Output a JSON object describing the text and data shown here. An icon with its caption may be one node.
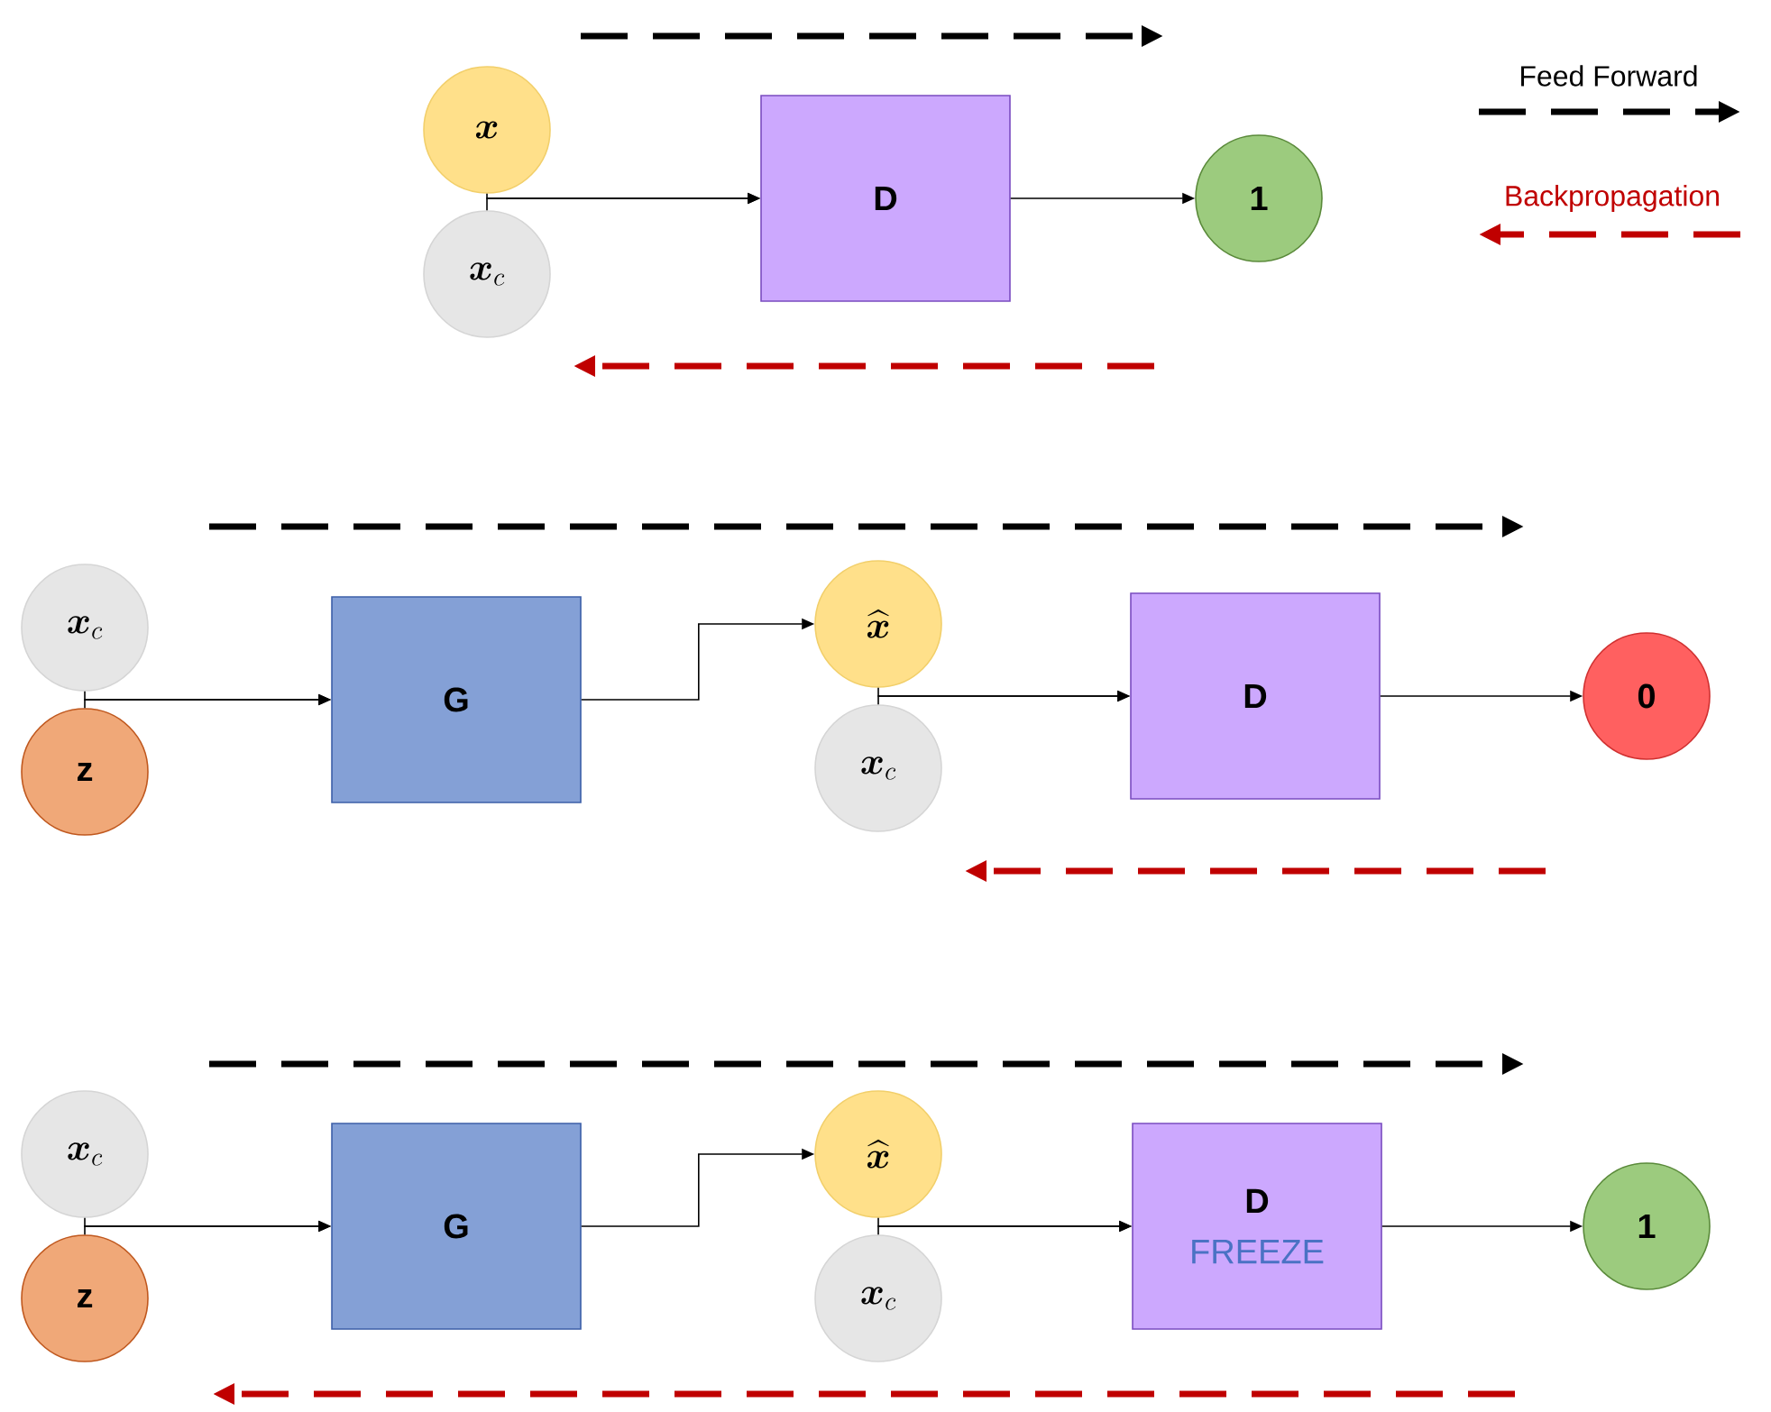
{
  "diagram": {
    "nodes": [
      {
        "text": [
          "\\boldsymbol{x}"
        ]
      },
      {
        "text": [
          "\\boldsymbol{x}_{c}"
        ]
      },
      {
        "text": [
          "D"
        ]
      },
      {
        "text": [
          "1"
        ]
      },
      {
        "text": [
          "\\boldsymbol{x}_{c}"
        ]
      },
      {
        "text": [
          "z"
        ]
      },
      {
        "text": [
          "G"
        ]
      },
      {
        "text": [
          "\\widehat{\\boldsymbol{x}}"
        ]
      },
      {
        "text": [
          "\\boldsymbol{x}_{c}"
        ]
      },
      {
        "text": [
          "D"
        ]
      },
      {
        "text": [
          "0"
        ]
      },
      {
        "text": [
          "\\boldsymbol{x}_{c}"
        ]
      },
      {
        "text": [
          "z"
        ]
      },
      {
        "text": [
          "G"
        ]
      },
      {
        "text": [
          "\\widehat{\\boldsymbol{x}}"
        ]
      },
      {
        "text": [
          "\\boldsymbol{x}_{c}"
        ]
      },
      {
        "text": [
          "D",
          "FREEZE"
        ]
      },
      {
        "text": [
          "1"
        ]
      }
    ],
    "edges": [
      {
        "from": 0,
        "to": 2,
        "arrow": "to"
      },
      {
        "from": 1,
        "to": 2,
        "arrow": "to"
      },
      {
        "from": 2,
        "to": 3,
        "arrow": "to"
      },
      {
        "from": 4,
        "to": 6,
        "arrow": "to"
      },
      {
        "from": 5,
        "to": 6,
        "arrow": "to"
      },
      {
        "from": 6,
        "to": 7,
        "arrow": "to"
      },
      {
        "from": 7,
        "to": 9,
        "arrow": "to"
      },
      {
        "from": 8,
        "to": 9,
        "arrow": "to"
      },
      {
        "from": 9,
        "to": 10,
        "arrow": "to"
      },
      {
        "from": 11,
        "to": 13,
        "arrow": "to"
      },
      {
        "from": 12,
        "to": 13,
        "arrow": "to"
      },
      {
        "from": 13,
        "to": 14,
        "arrow": "to"
      },
      {
        "from": 14,
        "to": 16,
        "arrow": "to"
      },
      {
        "from": 15,
        "to": 16,
        "arrow": "to"
      },
      {
        "from": 16,
        "to": 17,
        "arrow": "to"
      }
    ],
    "legend": [
      {
        "text": "Feed Forward"
      },
      {
        "text": "Backpropagation"
      }
    ]
  }
}
